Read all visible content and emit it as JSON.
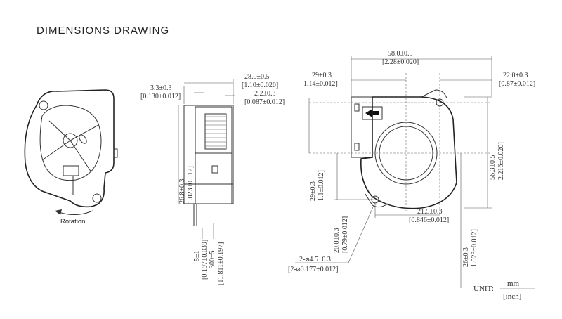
{
  "title": "DIMENSIONS DRAWING",
  "rotation_label": "Rotation",
  "unit": {
    "label": "UNIT:",
    "numerator": "mm",
    "denominator": "[inch]"
  },
  "side_view": {
    "dim_overall_width": "28.0±0.5",
    "dim_overall_width_in": "[1.10±0.020]",
    "dim_tab_left": "3.3±0.3",
    "dim_tab_left_in": "[0.130±0.012]",
    "dim_tab_right": "2.2±0.3",
    "dim_tab_right_in": "[0.087±0.012]",
    "dim_height": "26.8±0.3",
    "dim_height_in": "1.023±0.012]",
    "dim_wire_a": "5±1",
    "dim_wire_a_in": "[0.197±0.039]",
    "dim_wire_b": "300±5",
    "dim_wire_b_in": "[11.811±0.197]"
  },
  "front_view": {
    "dim_width": "58.0±0.5",
    "dim_width_in": "[2.28±0.020]",
    "dim_outlet": "29±0.3",
    "dim_outlet_in": "1.14±0.012]",
    "dim_hole_x": "22.0±0.3",
    "dim_hole_x_in": "[0.87±0.012]",
    "dim_height": "56.3±0.5",
    "dim_height_in": "2.216±0.020]",
    "dim_outlet_h": "29±0.3",
    "dim_outlet_h_in": "1.1±0.012]",
    "dim_hole_y": "20.0±0.3",
    "dim_hole_y_in": "[0.79±0.012]",
    "dim_hole_span": "21.5±0.3",
    "dim_hole_span_in": "[0.846±0.012]",
    "dim_hole_bottom": "26±0.3",
    "dim_hole_bottom_in": "1.023±0.012]",
    "dim_holes": "2-⌀4.5±0.3",
    "dim_holes_in": "[2-⌀0.177±0.012]"
  }
}
